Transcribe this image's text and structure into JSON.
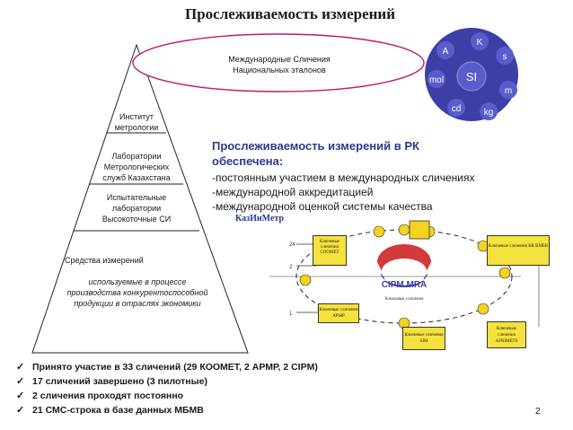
{
  "title": "Прослеживаемость измерений",
  "ellipse_text": [
    "Международные Сличения",
    "Национальных эталонов"
  ],
  "pyramid": {
    "institute": [
      "Институт",
      "метрологии"
    ],
    "laboratories": [
      "Лаборатории",
      "Метрологических",
      "служб Казахстана"
    ],
    "testing_labs": [
      "Испытательные",
      "лаборатории",
      "Высокоточные СИ"
    ],
    "means_title": "Средства измерений",
    "means_desc": [
      "используемые в процессе",
      "производства конкурентоспособной",
      "продукции в отраслях экономики"
    ]
  },
  "si_logo": {
    "center": "SI",
    "units": [
      "K",
      "s",
      "m",
      "kg",
      "cd",
      "mol",
      "A"
    ]
  },
  "heading": [
    "Прослеживаемость измерений в РК",
    "обеспечена:"
  ],
  "lines": [
    "-постоянным участием в международных сличениях",
    "-международной аккредитацией",
    "-международной оценкой системы качества"
  ],
  "kazinmetr": "КазИнМетр",
  "cipm": {
    "logo_text": "CIPM MRA",
    "small_labels": [
      "24",
      "2",
      "1"
    ],
    "ring_label": "Ключевые сличения",
    "boxes": {
      "coomet": "Ключевые сличения COOMET",
      "cc": "Ключевые сличения КК ВМБВ",
      "apmp": "Ключевые сличения APMP",
      "sim": "Ключевые сличения SIM",
      "afrimets": "Ключевые сличения AFRIMETS"
    }
  },
  "bullets": [
    "Принято участие в 33 сличений (29 КООМЕТ, 2 АРМР, 2 CIPM)",
    "17 сличений завершено (3 пилотные)",
    "2 сличения проходят постоянно",
    "21 СМС-строка в базе данных МБМВ"
  ],
  "page_number": "2",
  "colors": {
    "si_blue": "#3d3fa6",
    "heading_blue": "#2b3a8c",
    "ellipse_stroke": "#c0186a"
  }
}
